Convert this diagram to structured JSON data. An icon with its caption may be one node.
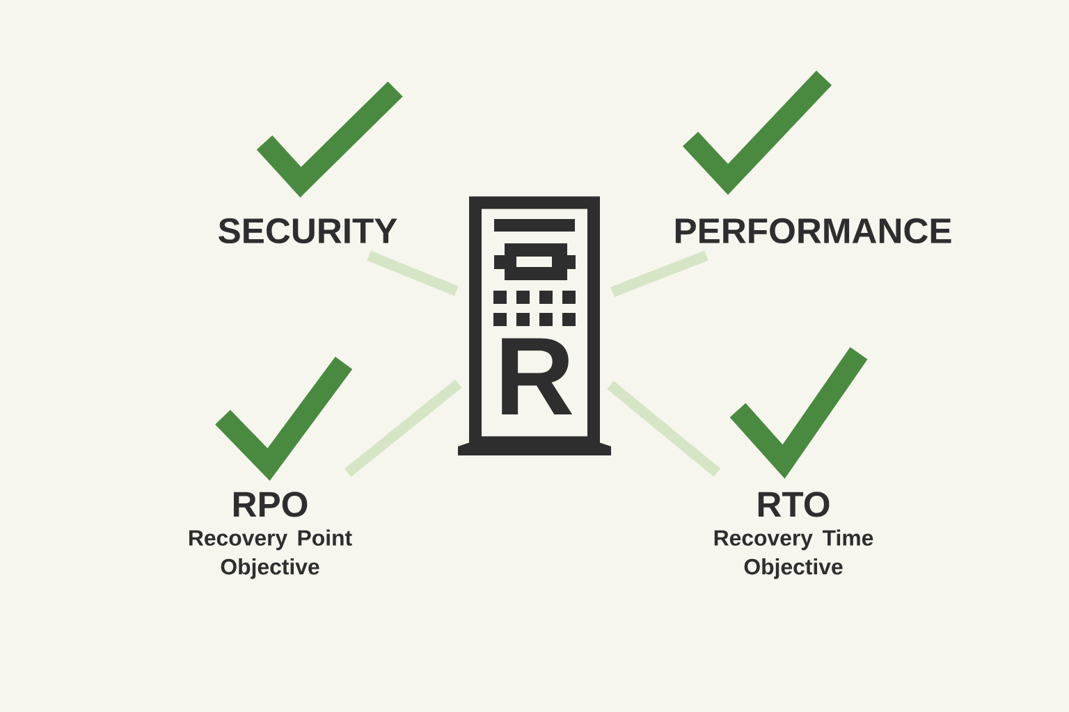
{
  "diagram": {
    "nodes": [
      {
        "text": [
          "R"
        ]
      },
      {
        "text": [
          "SECURITY"
        ]
      },
      {
        "text": [
          "PERFORMANCE"
        ]
      },
      {
        "text": [
          "RPO",
          "Recovery Point Objective"
        ]
      },
      {
        "text": [
          "RTO",
          "Recovery Time Objective"
        ]
      }
    ],
    "edges": [
      {
        "from": 0,
        "to": 1,
        "arrow": "none"
      },
      {
        "from": 0,
        "to": 2,
        "arrow": "none"
      },
      {
        "from": 0,
        "to": 3,
        "arrow": "none"
      },
      {
        "from": 0,
        "to": 4,
        "arrow": "none"
      }
    ]
  }
}
